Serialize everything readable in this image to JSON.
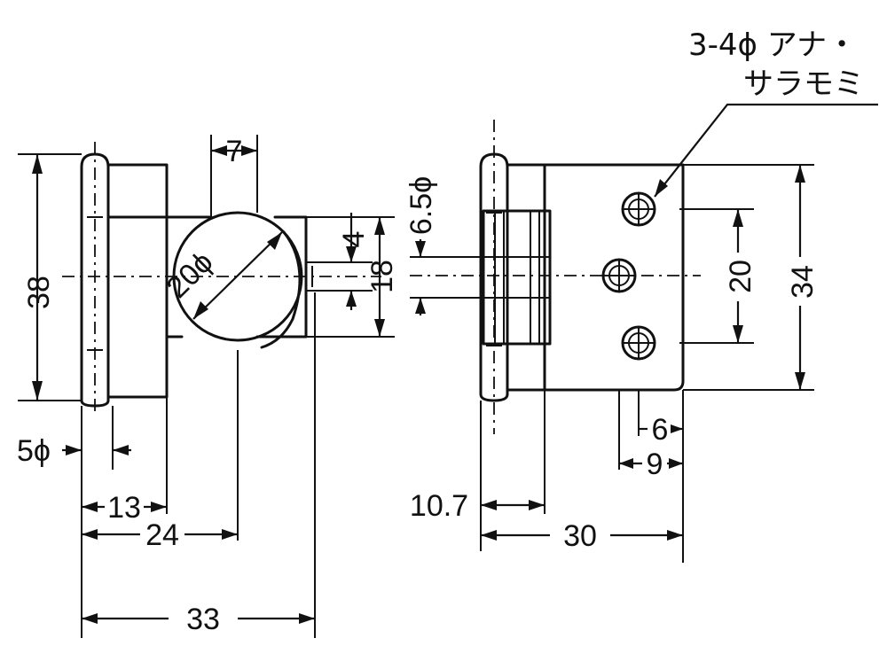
{
  "drawing": {
    "note_line1": "3-4ϕ アナ・",
    "note_line2": "サラモミ",
    "dims": {
      "d_38": "38",
      "d_7": "7",
      "d_20phi": "20ϕ",
      "d_4": "4",
      "d_18": "18",
      "d_5phi": "5ϕ",
      "d_13": "13",
      "d_24": "24",
      "d_33": "33",
      "d_6_5phi": "6.5ϕ",
      "d_20": "20",
      "d_34": "34",
      "d_6": "6",
      "d_9": "9",
      "d_10_7": "10.7",
      "d_30": "30"
    }
  }
}
